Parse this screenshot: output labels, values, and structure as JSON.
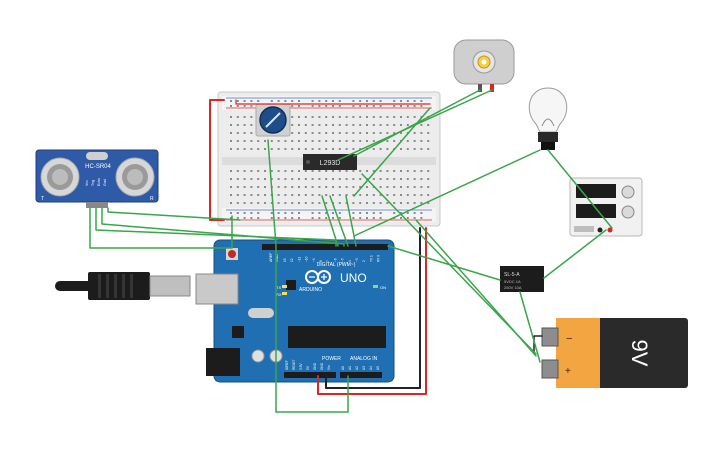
{
  "ultrasonic": {
    "model": "HC-SR04",
    "pins": [
      "Vcc",
      "Trig",
      "Echo",
      "Gnd"
    ],
    "left_mark": "T",
    "right_mark": "R"
  },
  "driver_ic": {
    "label": "L293D"
  },
  "arduino": {
    "brand": "ARDUINO",
    "model": "UNO",
    "digital_label": "DIGITAL (PWM~)",
    "power_label": "POWER",
    "analog_label": "ANALOG IN",
    "aref": "AREF",
    "gnd": "GND",
    "tx": "TX",
    "rx": "RX",
    "on": "ON",
    "digital_pins": [
      "13",
      "12",
      "~11",
      "~10",
      "~9",
      "8",
      "7",
      "~6",
      "~5",
      "4",
      "~3",
      "2",
      "TX 1",
      "RX 0"
    ],
    "power_pins": [
      "IOREF",
      "RESET",
      "3.3V",
      "5V",
      "GND",
      "GND",
      "Vin"
    ],
    "analog_pins": [
      "A0",
      "A1",
      "A2",
      "A3",
      "A4",
      "A5"
    ]
  },
  "battery": {
    "label": "9V",
    "minus": "−",
    "plus": "+"
  },
  "relay": {
    "label": "SL-5-A",
    "line2": "5VDC 1A",
    "line3": "250V 10A"
  },
  "colors": {
    "board": "#1f6fb2",
    "wire_green": "#3aa54b",
    "wire_red": "#d62828",
    "wire_black": "#222222",
    "breadboard": "#e9e9e9",
    "sensor": "#2e5aa8",
    "battery_orange": "#f2a540"
  }
}
